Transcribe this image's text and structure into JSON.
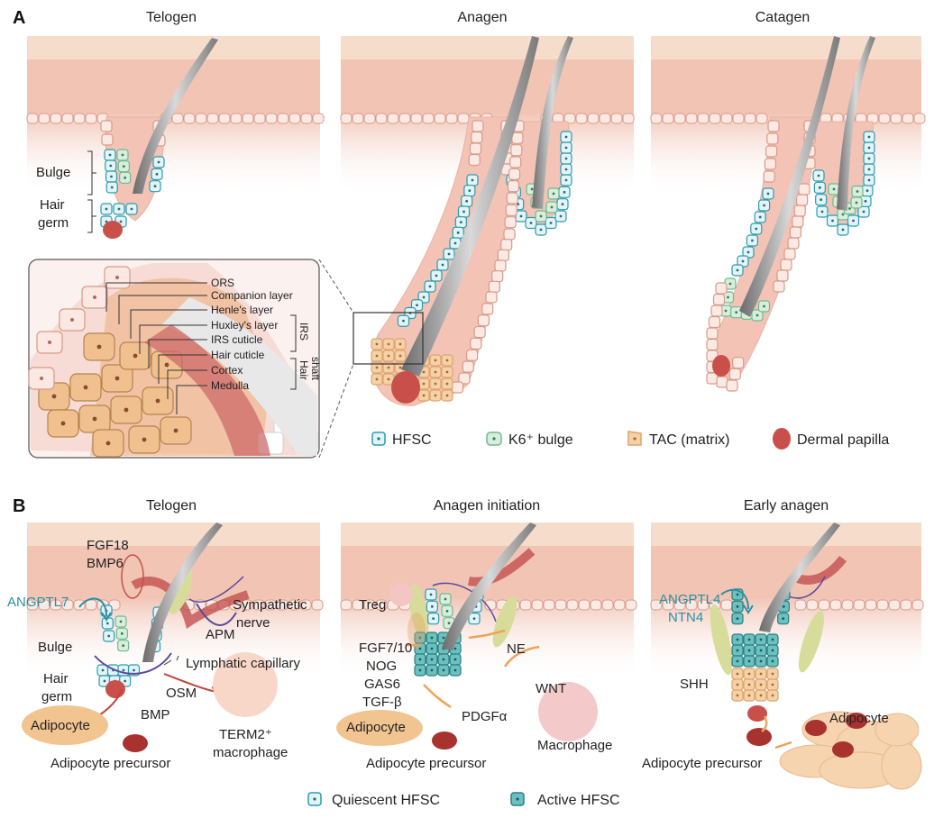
{
  "panel_a": {
    "letter": "A",
    "stages": [
      "Telogen",
      "Anagen",
      "Catagen"
    ],
    "labels": {
      "bulge": "Bulge",
      "hair_germ": [
        "Hair",
        "germ"
      ]
    },
    "inset": {
      "layers": [
        "ORS",
        "Companion layer",
        "Henle's layer",
        "Huxley's layer",
        "IRS cuticle",
        "Hair cuticle",
        "Cortex",
        "Medulla"
      ],
      "irs": "IRS",
      "hair_shaft": [
        "Hair",
        "shaft"
      ]
    },
    "legend": [
      "HFSC",
      "K6⁺ bulge",
      "TAC (matrix)",
      "Dermal papilla"
    ]
  },
  "panel_b": {
    "letter": "B",
    "stages": [
      "Telogen",
      "Anagen initiation",
      "Early anagen"
    ],
    "telogen": {
      "fgf18": "FGF18",
      "bmp6": "BMP6",
      "angptl7": "ANGPTL7",
      "bulge": "Bulge",
      "hair_germ": [
        "Hair",
        "germ"
      ],
      "sympathetic": [
        "Sympathetic",
        "nerve"
      ],
      "apm": "APM",
      "lymphatic": "Lymphatic capillary",
      "osm": "OSM",
      "bmp": "BMP",
      "adipocyte": "Adipocyte",
      "precursor": "Adipocyte precursor",
      "macrophage": [
        "TERM2⁺",
        "macrophage"
      ]
    },
    "initiation": {
      "treg": "Treg",
      "factors": [
        "FGF7/10",
        "NOG",
        "GAS6",
        "TGF-β"
      ],
      "ne": "NE",
      "wnt": "WNT",
      "pdgf": "PDGFα",
      "adipocyte": "Adipocyte",
      "precursor": "Adipocyte precursor",
      "macrophage": "Macrophage"
    },
    "early": {
      "angptl4": "ANGPTL4",
      "ntn4": "NTN4",
      "shh": "SHH",
      "adipocyte": "Adipocyte",
      "precursor": "Adipocyte precursor"
    },
    "legend": [
      "Quiescent HFSC",
      "Active HFSC"
    ]
  },
  "colors": {
    "skin_top": "#f4dccd",
    "dermis": "#f2c9bd",
    "epidermis_cell": "#fbeae4",
    "hfsc": "#2b9bb0",
    "hfsc_fill": "#e3f4f7",
    "k6": "#6fb98f",
    "k6_fill": "#d8eedd",
    "tac": "#e0a36b",
    "tac_fill": "#f4d1a6",
    "papilla": "#c9504a",
    "active_hfsc": "#3a9ea0",
    "teal_text": "#2a8fa3",
    "orange_arrow": "#f0a25a",
    "red_inhibit": "#c0443a",
    "apm": "#c85a4a",
    "fat": "#f6d4b0",
    "nerve": "#5a4a9a"
  }
}
